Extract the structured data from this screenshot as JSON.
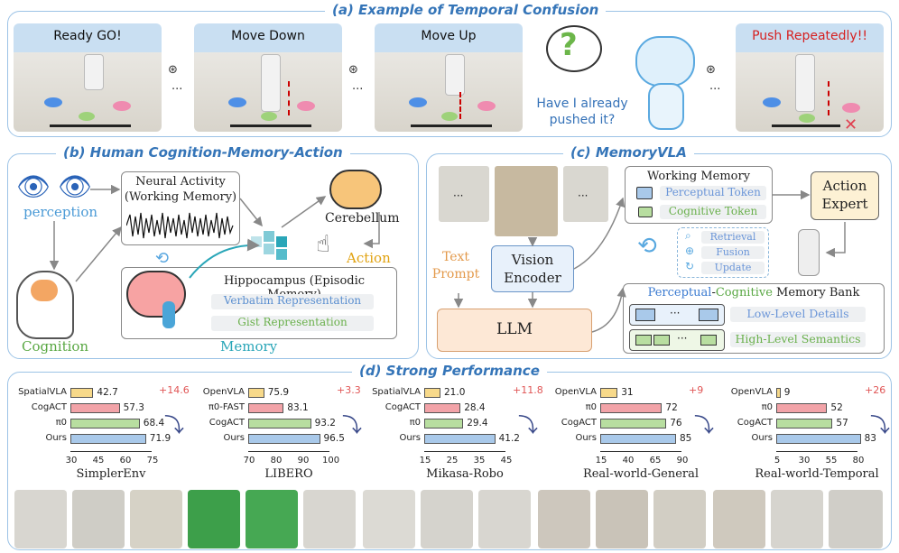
{
  "panel_a": {
    "title": "(a) Example of Temporal Confusion",
    "frames": [
      "Ready GO!",
      "Move Down",
      "Move Up",
      "Push Repeatedly!!"
    ],
    "thought": "Have I already pushed it?",
    "ellipsis": "..."
  },
  "panel_b": {
    "title": "(b) Human Cognition-Memory-Action",
    "perception": "perception",
    "cognition": "Cognition",
    "neural_title": "Neural Activity",
    "neural_sub": "(Working Memory)",
    "cerebellum": "Cerebellum",
    "action": "Action",
    "hippo": "Hippocampus (Episodic Memory)",
    "verbatim": "Verbatim Representation",
    "gist": "Gist Representation",
    "memory": "Memory"
  },
  "panel_c": {
    "title": "(c) MemoryVLA",
    "text_prompt_1": "Text",
    "text_prompt_2": "Prompt",
    "vision_1": "Vision",
    "vision_2": "Encoder",
    "llm": "LLM",
    "wm_title": "Working Memory",
    "perceptual_token": "Perceptual Token",
    "cognitive_token": "Cognitive Token",
    "retrieval": "Retrieval",
    "fusion": "Fusion",
    "update": "Update",
    "action_1": "Action",
    "action_2": "Expert",
    "bank_perceptual": "Perceptual",
    "bank_dash": "-",
    "bank_cognitive": "Cognitive",
    "bank_rest": " Memory Bank",
    "low_level": "Low-Level Details",
    "high_level": "High-Level Semantics",
    "ellipsis": "···"
  },
  "panel_d": {
    "title": "(d) Strong Performance"
  },
  "colors": {
    "yellow": "#f7d98a",
    "red": "#f2a3a8",
    "green": "#b8dea0",
    "blue": "#a9c9ea"
  },
  "chart_data": [
    {
      "type": "bar",
      "title": "SimplerEnv",
      "categories": [
        "SpatialVLA",
        "CogACT",
        "π0",
        "Ours"
      ],
      "values": [
        42.7,
        57.3,
        68.4,
        71.9
      ],
      "xlim": [
        30,
        75
      ],
      "ticks": [
        30,
        45,
        60,
        75
      ],
      "delta": "+14.6"
    },
    {
      "type": "bar",
      "title": "LIBERO",
      "categories": [
        "OpenVLA",
        "π0-FAST",
        "CogACT",
        "Ours"
      ],
      "values": [
        75.9,
        83.1,
        93.2,
        96.5
      ],
      "xlim": [
        70,
        100
      ],
      "ticks": [
        70,
        80,
        90,
        100
      ],
      "delta": "+3.3"
    },
    {
      "type": "bar",
      "title": "Mikasa-Robo",
      "categories": [
        "SpatialVLA",
        "CogACT",
        "π0",
        "Ours"
      ],
      "values": [
        21.0,
        28.4,
        29.4,
        41.2
      ],
      "xlim": [
        15,
        45
      ],
      "ticks": [
        15,
        25,
        35,
        45
      ],
      "delta": "+11.8"
    },
    {
      "type": "bar",
      "title": "Real-world-General",
      "categories": [
        "OpenVLA",
        "π0",
        "CogACT",
        "Ours"
      ],
      "values": [
        31,
        72,
        76,
        85
      ],
      "xlim": [
        15,
        90
      ],
      "ticks": [
        15,
        40,
        65,
        90
      ],
      "delta": "+9"
    },
    {
      "type": "bar",
      "title": "Real-world-Temporal",
      "categories": [
        "OpenVLA",
        "π0",
        "CogACT",
        "Ours"
      ],
      "values": [
        9,
        52,
        57,
        83
      ],
      "xlim": [
        5,
        80
      ],
      "ticks": [
        5,
        30,
        55,
        80
      ],
      "delta": "+26"
    }
  ]
}
